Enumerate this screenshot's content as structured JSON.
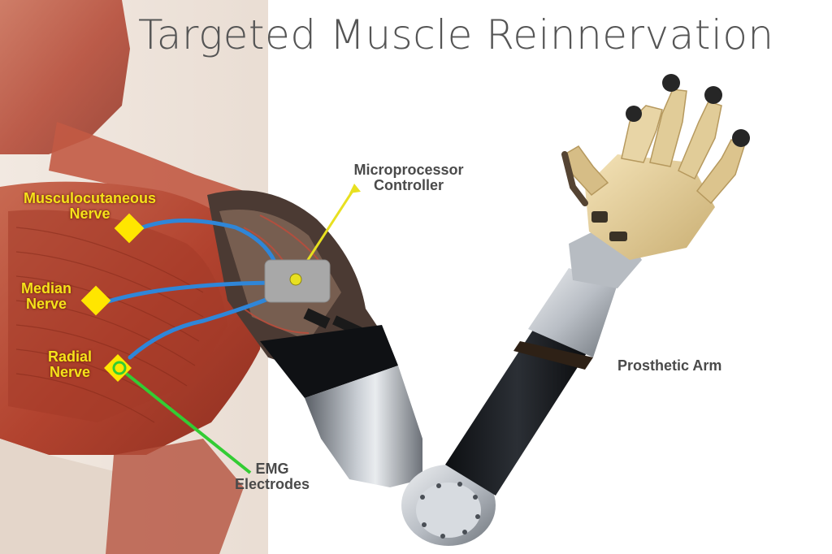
{
  "title": "Targeted Muscle Reinnervation",
  "labels": {
    "musculocutaneous": [
      "Musculocutaneous",
      "Nerve"
    ],
    "median": [
      "Median",
      "Nerve"
    ],
    "radial": [
      "Radial",
      "Nerve"
    ],
    "microprocessor": [
      "Microprocessor",
      "Controller"
    ],
    "emg": [
      "EMG",
      "Electrodes"
    ],
    "prosthetic": "Prosthetic Arm"
  },
  "colors": {
    "nerve_line": "#2f86d8",
    "nerve_marker": "#ffe600",
    "electrode_line": "#33cc33",
    "controller_line": "#e8e020",
    "controller_box": "#a8a8a8",
    "muscle": "#b54a36",
    "title_text": "#555555",
    "label_text": "#4a4a4a"
  }
}
